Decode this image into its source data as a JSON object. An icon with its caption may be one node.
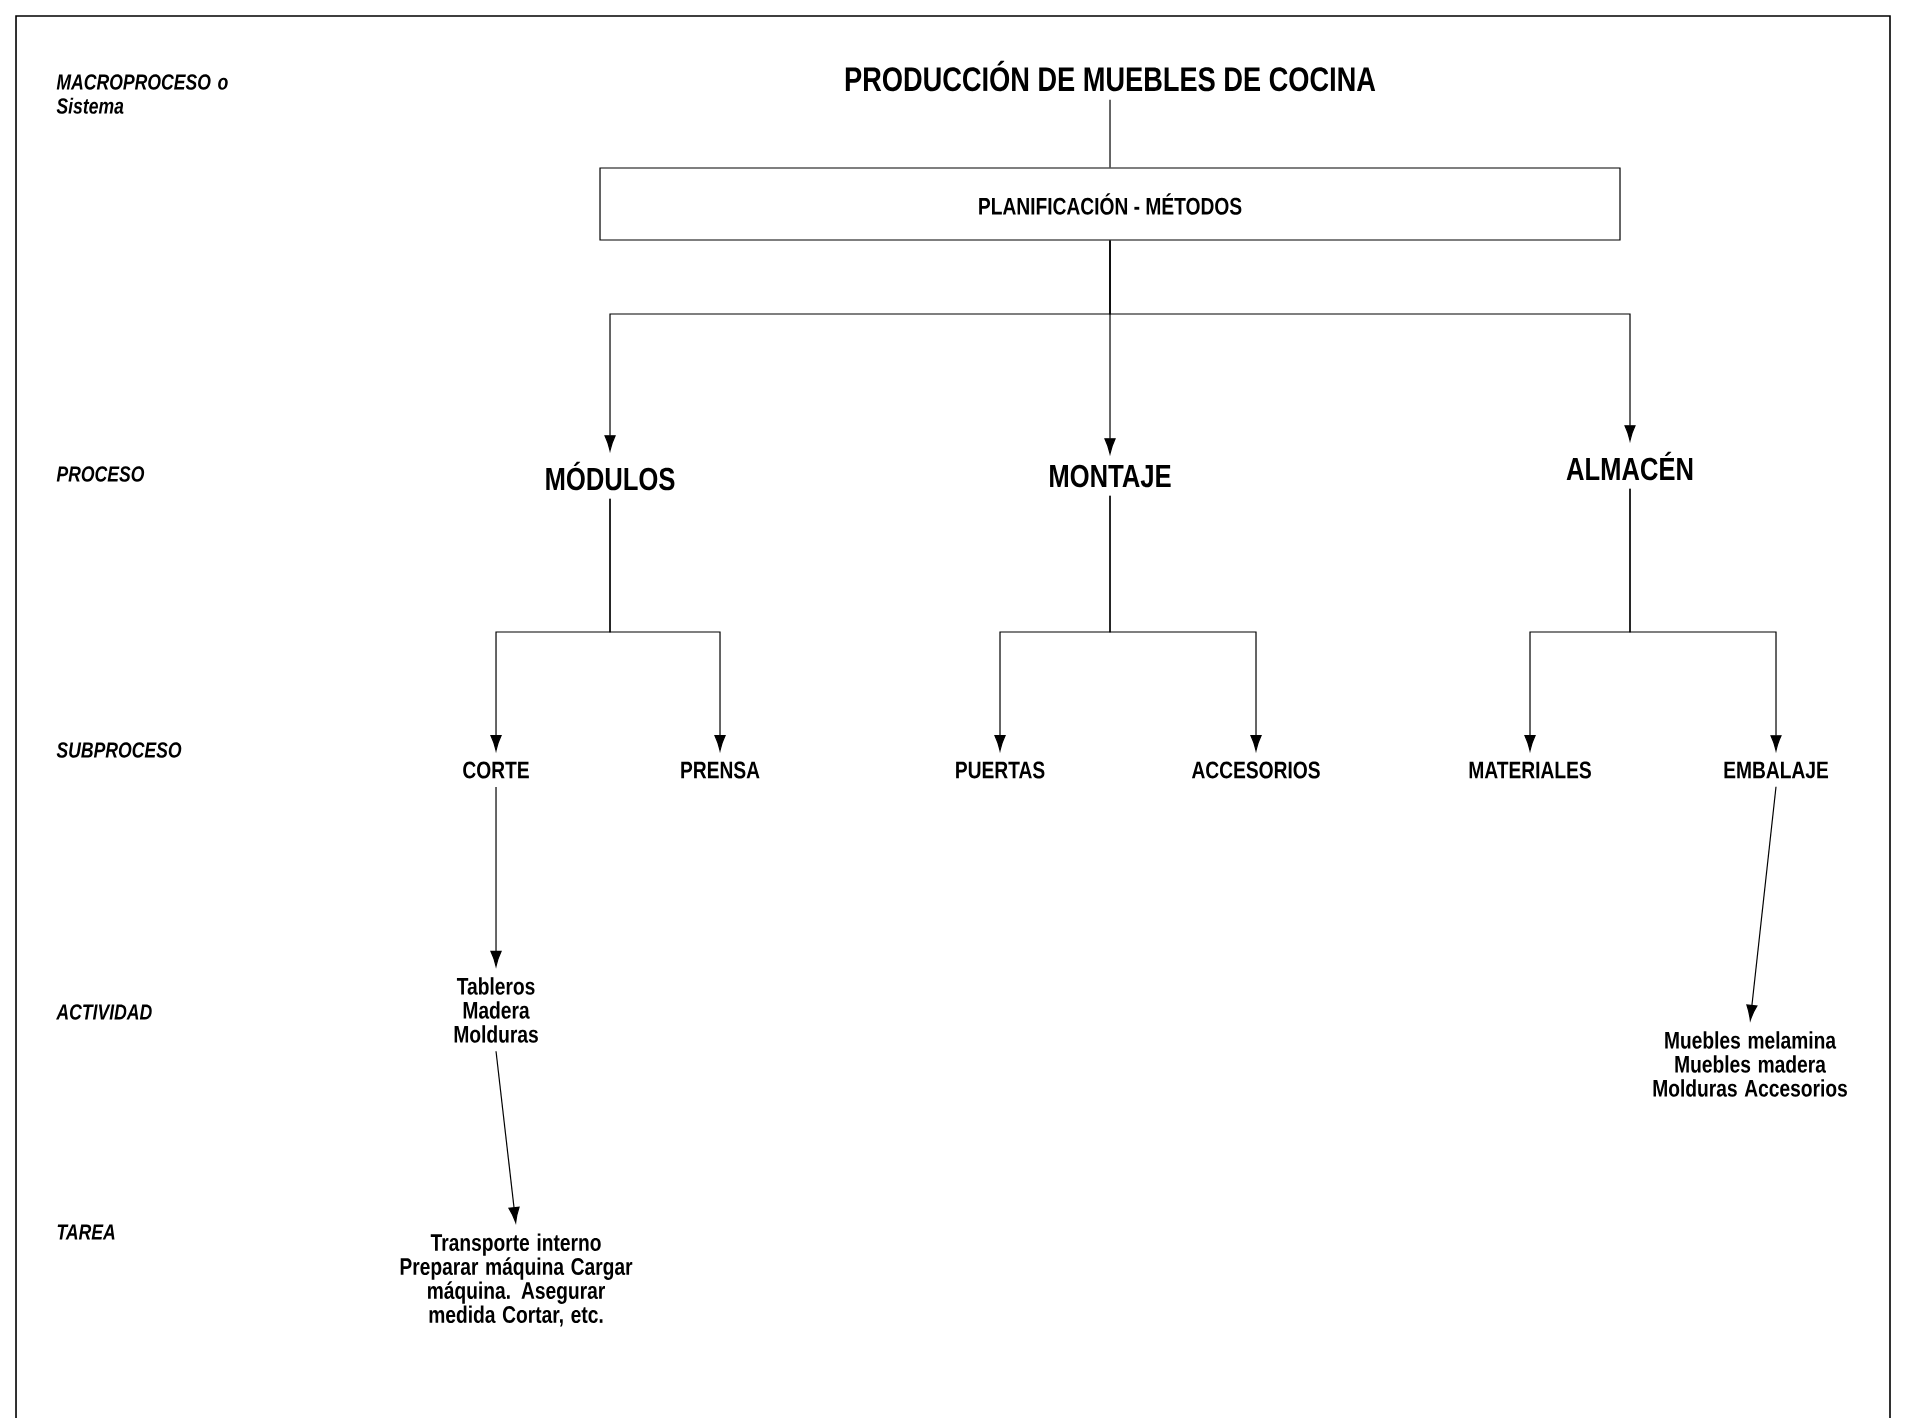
{
  "diagram": {
    "nodes": [
      {
        "text": [
          "PRODUCCIÓN DE MUEBLES DE COCINA"
        ]
      },
      {
        "text": [
          "PLANIFICACIÓN - MÉTODOS"
        ]
      },
      {
        "text": [
          "MÓDULOS"
        ]
      },
      {
        "text": [
          "MONTAJE"
        ]
      },
      {
        "text": [
          "ALMACÉN"
        ]
      },
      {
        "text": [
          "CORTE"
        ]
      },
      {
        "text": [
          "PRENSA"
        ]
      },
      {
        "text": [
          "PUERTAS"
        ]
      },
      {
        "text": [
          "ACCESORIOS"
        ]
      },
      {
        "text": [
          "MATERIALES"
        ]
      },
      {
        "text": [
          "EMBALAJE"
        ]
      },
      {
        "text": [
          "Tableros Madera Molduras"
        ]
      },
      {
        "text": [
          "Transporte interno Preparar máquina Cargar máquina. Asegurar medida Cortar, etc."
        ]
      },
      {
        "text": [
          "Muebles melamina Muebles madera Molduras Accesorios"
        ]
      }
    ],
    "edges": [
      {
        "from": 0,
        "to": 1,
        "arrow": "none"
      },
      {
        "from": 1,
        "to": 2,
        "arrow": "to"
      },
      {
        "from": 1,
        "to": 3,
        "arrow": "to"
      },
      {
        "from": 1,
        "to": 4,
        "arrow": "to"
      },
      {
        "from": 2,
        "to": 5,
        "arrow": "to"
      },
      {
        "from": 2,
        "to": 6,
        "arrow": "to"
      },
      {
        "from": 3,
        "to": 7,
        "arrow": "to"
      },
      {
        "from": 3,
        "to": 8,
        "arrow": "to"
      },
      {
        "from": 4,
        "to": 9,
        "arrow": "to"
      },
      {
        "from": 4,
        "to": 10,
        "arrow": "to"
      },
      {
        "from": 5,
        "to": 11,
        "arrow": "to"
      },
      {
        "from": 11,
        "to": 12,
        "arrow": "to"
      },
      {
        "from": 10,
        "to": 13,
        "arrow": "to"
      }
    ],
    "labels": [
      "MACROPROCESO o Sistema",
      "PROCESO",
      "SUBPROCESO",
      "ACTIVIDAD",
      "TAREA"
    ]
  }
}
